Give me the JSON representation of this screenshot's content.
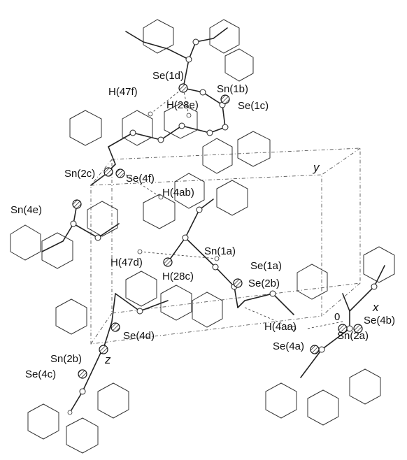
{
  "labels": {
    "se1d": "Se(1d)",
    "h47f": "H(47f)",
    "sn1b": "Sn(1b)",
    "h28e": "H(28e)",
    "se1c": "Se(1c)",
    "y": "y",
    "sn2c": "Sn(2c)",
    "se4f": "Se(4f)",
    "h4ab": "H(4ab)",
    "sn4e": "Sn(4e)",
    "sn1a": "Sn(1a)",
    "h47d": "H(47d)",
    "se1a": "Se(1a)",
    "h28c": "H(28c)",
    "se2b": "Se(2b)",
    "x": "x",
    "h4aa": "H(4aa)",
    "zero": "0",
    "se4b": "Se(4b)",
    "sn2a": "Sn(2a)",
    "se4d": "Se(4d)",
    "se4a": "Se(4a)",
    "sn2b": "Sn(2b)",
    "z": "z",
    "se4c": "Se(4c)"
  },
  "colors": {
    "ink": "#222222",
    "background": "#ffffff"
  }
}
